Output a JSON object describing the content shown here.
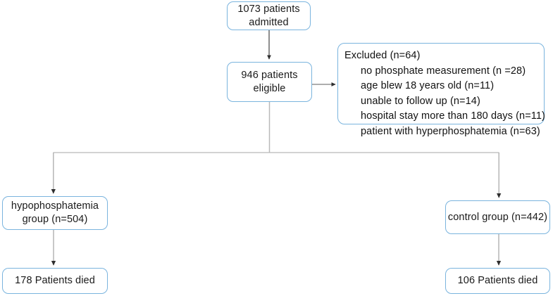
{
  "diagram": {
    "type": "flowchart",
    "title": "Patient enrollment flow diagram",
    "colors": {
      "node_border": "#7ab4de",
      "node_background": "#ffffff",
      "arrow_dark": "#3a3a3a",
      "arrow_light": "#9a9a9a",
      "text": "#111111",
      "canvas": "#ffffff"
    },
    "nodes": {
      "admitted": {
        "label": "1073 patients\nadmitted",
        "count": 1073
      },
      "eligible": {
        "label": "946 patients\neligible",
        "count": 946
      },
      "excluded": {
        "title": "Excluded (n=64)",
        "total": 64,
        "reasons": [
          {
            "label": "no phosphate measurement (n =28)",
            "count": 28
          },
          {
            "label": "age blew 18 years old (n=11)",
            "count": 11
          },
          {
            "label": "unable to follow up (n=14)",
            "count": 14
          },
          {
            "label": "hospital stay more than 180 days (n=11)",
            "count": 11
          },
          {
            "label": "patient with hyperphosphatemia (n=63)",
            "count": 63
          }
        ]
      },
      "hypophosphatemia_group": {
        "label": "hypophosphatemia\ngroup (n=504)",
        "count": 504
      },
      "control_group": {
        "label": "control group (n=442)",
        "count": 442
      },
      "hypophosphatemia_died": {
        "label": "178 Patients died",
        "count": 178
      },
      "control_died": {
        "label": "106  Patients died",
        "count": 106
      }
    },
    "edges": [
      {
        "from": "admitted",
        "to": "eligible",
        "style": "dark-vertical"
      },
      {
        "from": "eligible",
        "to": "excluded",
        "style": "dark-horizontal"
      },
      {
        "from": "eligible",
        "to": "hypophosphatemia_group",
        "style": "light-split"
      },
      {
        "from": "eligible",
        "to": "control_group",
        "style": "light-split"
      },
      {
        "from": "hypophosphatemia_group",
        "to": "hypophosphatemia_died",
        "style": "light-vertical"
      },
      {
        "from": "control_group",
        "to": "control_died",
        "style": "light-vertical"
      }
    ]
  }
}
